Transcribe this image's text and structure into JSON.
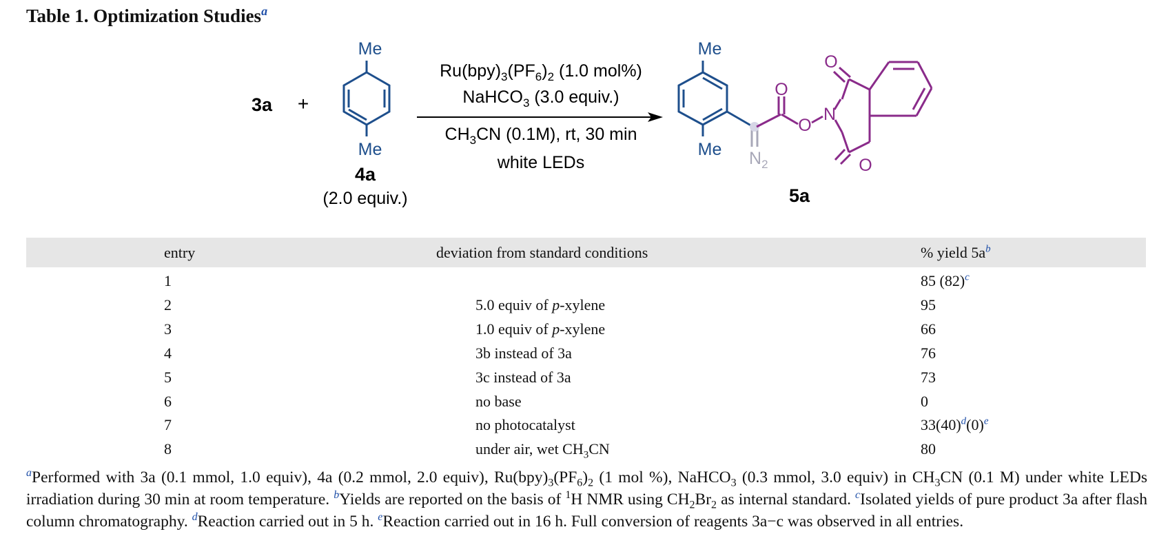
{
  "title": {
    "text": "Table 1. Optimization Studies",
    "marker": "a"
  },
  "scheme": {
    "reactant_a": "3a",
    "plus": "+",
    "reactant_b_label": "4a",
    "reactant_b_equiv": "(2.0 equiv.)",
    "methyl": "Me",
    "cond1_main": "Ru(bpy)",
    "cond1_s1": "3",
    "cond1_mid": "(PF",
    "cond1_s2": "6",
    "cond1_close": ")",
    "cond1_s3": "2",
    "cond1_tail": " (1.0 mol%)",
    "cond2_main": "NaHCO",
    "cond2_sub": "3",
    "cond2_tail": " (3.0 equiv.)",
    "cond3_main": "CH",
    "cond3_sub": "3",
    "cond3_tail": "CN (0.1M), rt, 30 min",
    "cond4": "white LEDs",
    "product_label": "5a",
    "n2_main": "N",
    "n2_sub": "2",
    "o": "O",
    "n": "N",
    "colors": {
      "product_acid": "#8a2b8a",
      "methyl_ring": "#1e4f8c",
      "diazo": "#a8a8b8"
    }
  },
  "table": {
    "headers": {
      "entry": "entry",
      "deviation": "deviation from standard conditions",
      "yield": "% yield 5a",
      "yield_marker": "b"
    },
    "rows": [
      {
        "entry": "1",
        "deviation": "",
        "yield": "85 (82)",
        "yield_sup": "c"
      },
      {
        "entry": "2",
        "deviation_pre": "5.0 equiv of ",
        "deviation_italic": "p",
        "deviation_post": "-xylene",
        "yield": "95"
      },
      {
        "entry": "3",
        "deviation_pre": "1.0 equiv of ",
        "deviation_italic": "p",
        "deviation_post": "-xylene",
        "yield": "66"
      },
      {
        "entry": "4",
        "deviation": "3b instead of 3a",
        "yield": "76"
      },
      {
        "entry": "5",
        "deviation": "3c instead of 3a",
        "yield": "73"
      },
      {
        "entry": "6",
        "deviation": "no base",
        "yield": "0"
      },
      {
        "entry": "7",
        "deviation": "no photocatalyst",
        "yield_a": "33(40)",
        "yield_sup_d": "d",
        "yield_b": "(0)",
        "yield_sup_e": "e"
      },
      {
        "entry": "8",
        "deviation_pre": "under air, wet CH",
        "deviation_sub": "3",
        "deviation_post": "CN",
        "yield": "80"
      }
    ]
  },
  "footnotes": {
    "a_marker": "a",
    "a_text1": "Performed with 3a (0.1 mmol, 1.0 equiv), 4a (0.2 mmol, 2.0 equiv), Ru(bpy)",
    "a_sub1": "3",
    "a_text2": "(PF",
    "a_sub2": "6",
    "a_text3": ")",
    "a_sub3": "2",
    "a_text4": " (1 mol %), NaHCO",
    "a_sub4": "3",
    "a_text5": " (0.3 mmol, 3.0 equiv) in CH",
    "a_sub5": "3",
    "a_text6": "CN (0.1 M) under white LEDs irradiation during 30 min at room temperature. ",
    "b_marker": "b",
    "b_text1": "Yields are reported on the basis of ",
    "b_sup": "1",
    "b_text2": "H NMR using CH",
    "b_sub1": "2",
    "b_text3": "Br",
    "b_sub2": "2",
    "b_text4": " as internal standard. ",
    "c_marker": "c",
    "c_text": "Isolated yields of pure product 3a after flash column chromatography. ",
    "d_marker": "d",
    "d_text": "Reaction carried out in 5 h. ",
    "e_marker": "e",
    "e_text": "Reaction carried out in 16 h. Full conversion of reagents 3a−c was observed in all entries."
  }
}
